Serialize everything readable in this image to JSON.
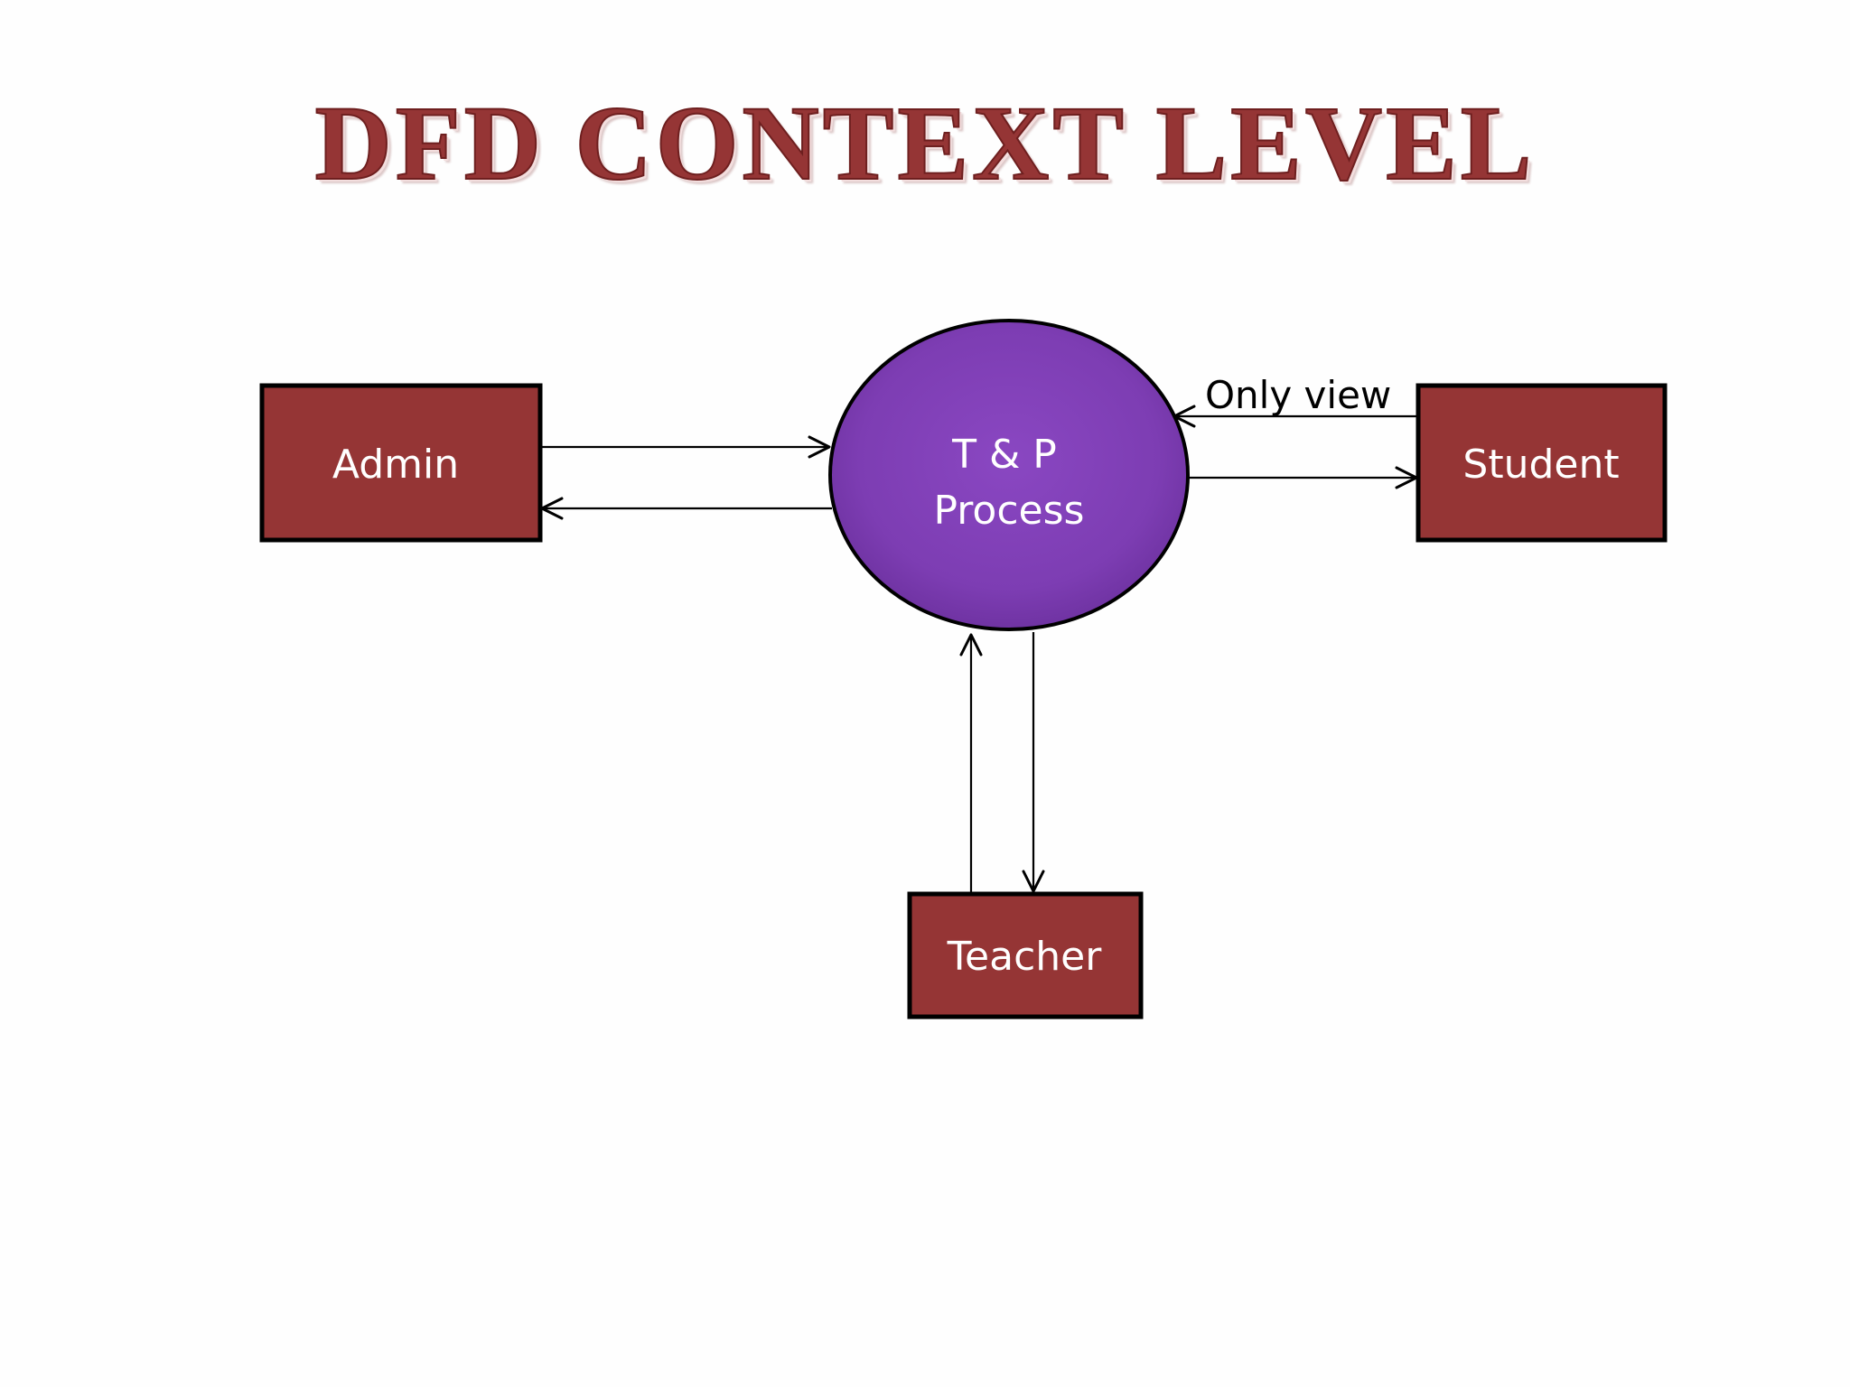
{
  "title": "DFD  CONTEXT LEVEL",
  "colors": {
    "title": "#953535",
    "entity_fill": "#953535",
    "process_fill": "#7f3fb5",
    "background": "#fefefe"
  },
  "process": {
    "line1": "T & P",
    "line2": "Process"
  },
  "entities": {
    "admin": "Admin",
    "student": "Student",
    "teacher": "Teacher"
  },
  "flows": {
    "student_to_process": "Only view"
  }
}
